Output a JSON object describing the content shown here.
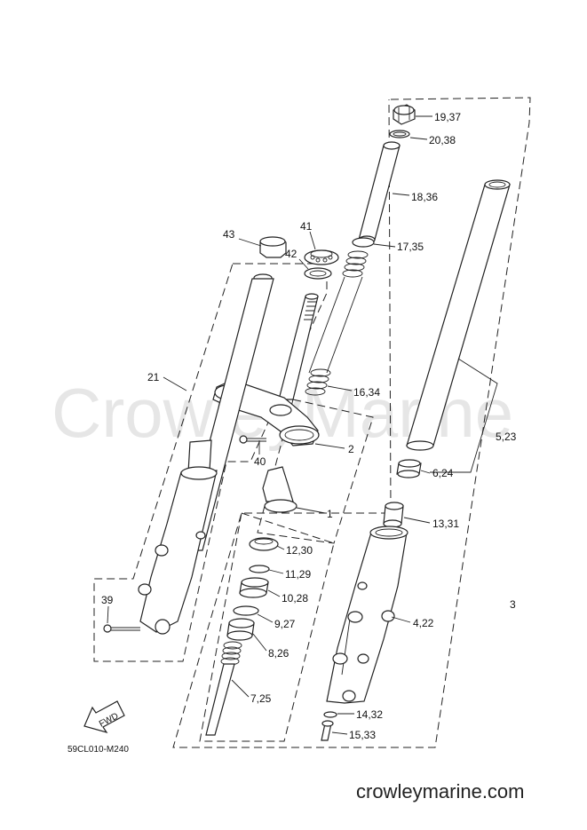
{
  "watermark": "CrowleyMarine",
  "website": "crowleymarine.com",
  "diagram_code": "59CL010-M240",
  "fwd_label": "FWD",
  "callouts": {
    "c19_37": "19,37",
    "c20_38": "20,38",
    "c18_36": "18,36",
    "c17_35": "17,35",
    "c16_34": "16,34",
    "c5_23": "5,23",
    "c6_24": "6,24",
    "c13_31": "13,31",
    "c3": "3",
    "c4_22": "4,22",
    "c14_32": "14,32",
    "c15_33": "15,33",
    "c43": "43",
    "c41": "41",
    "c42": "42",
    "c21": "21",
    "c2": "2",
    "c40": "40",
    "c1": "1",
    "c12_30": "12,30",
    "c11_29": "11,29",
    "c10_28": "10,28",
    "c9_27": "9,27",
    "c8_26": "8,26",
    "c7_25": "7,25",
    "c39": "39"
  }
}
